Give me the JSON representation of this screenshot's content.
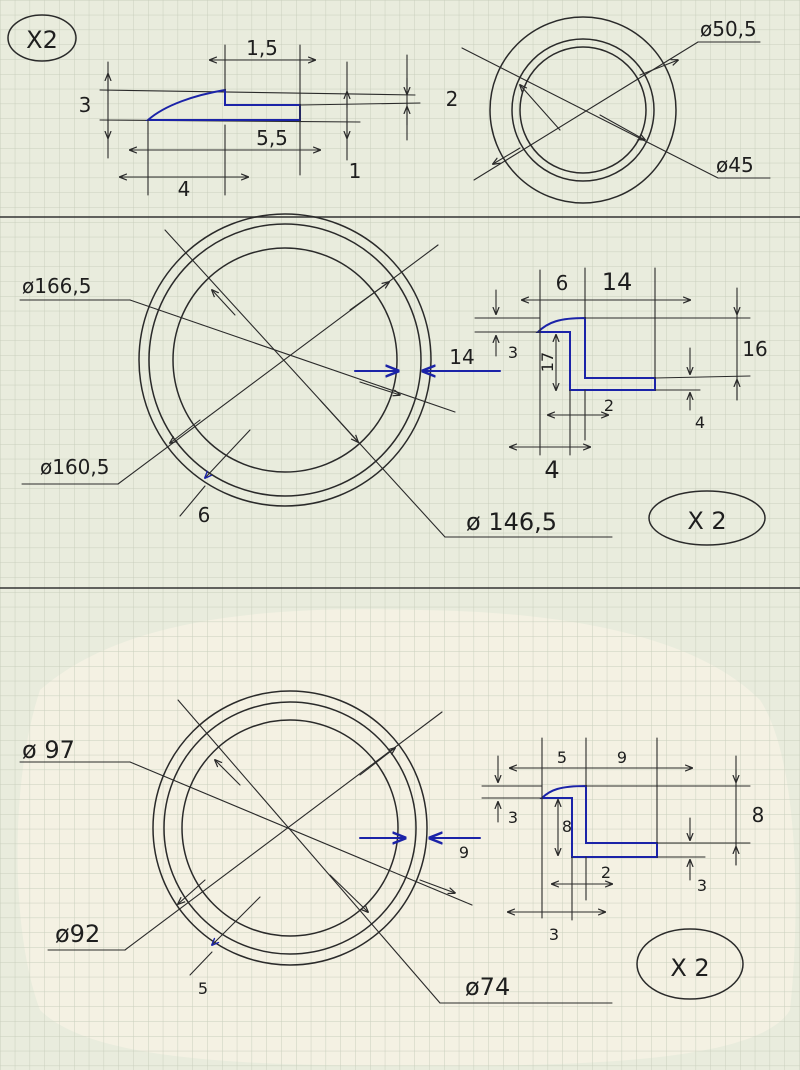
{
  "colors": {
    "paper": "#e9ecdd",
    "grid": "#c9cfbd",
    "blob": "#f4f1e3",
    "ink": "#2a2a2a",
    "blue_ink": "#1b23a8"
  },
  "sections": [
    {
      "id": "top",
      "multiplier": "X2",
      "profile": {
        "dims": [
          "1,5",
          "3",
          "2",
          "5,5",
          "1",
          "4"
        ]
      },
      "ring": {
        "outer_diameter": "ø50,5",
        "inner_diameter": "ø45"
      }
    },
    {
      "id": "middle",
      "multiplier": "X 2",
      "ring": {
        "outer_diameter": "ø166,5",
        "mid_diameter": "ø160,5",
        "inner_diameter": "ø 146,5",
        "gap": "14",
        "wall": "6"
      },
      "profile": {
        "dims": [
          "6",
          "14",
          "3",
          "17",
          "16",
          "2",
          "4",
          "4"
        ]
      }
    },
    {
      "id": "bottom",
      "multiplier": "X 2",
      "ring": {
        "outer_diameter": "ø 97",
        "mid_diameter": "ø92",
        "inner_diameter": "ø74",
        "gap": "9",
        "wall": "5"
      },
      "profile": {
        "dims": [
          "5",
          "9",
          "3",
          "8",
          "8",
          "2",
          "3",
          "3"
        ]
      }
    }
  ]
}
